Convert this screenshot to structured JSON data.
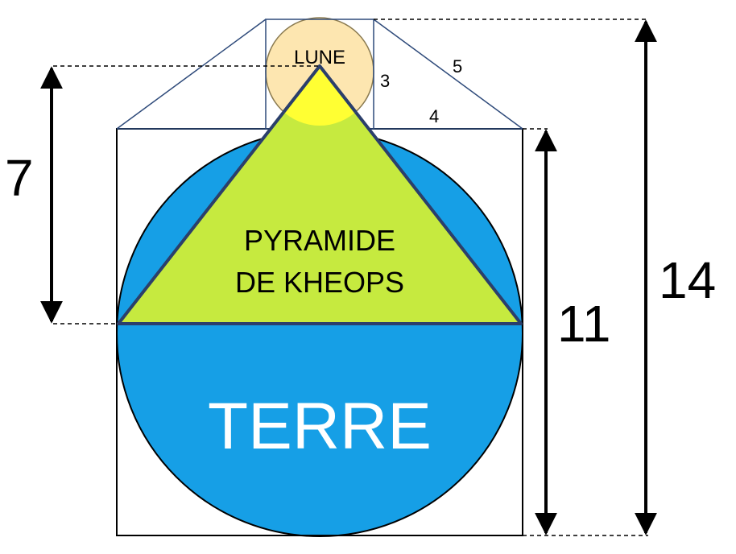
{
  "labels": {
    "moon": "LUNE",
    "pyramid_line1": "PYRAMIDE",
    "pyramid_line2": "DE KHEOPS",
    "earth": "TERRE",
    "side_3": "3",
    "side_4": "4",
    "side_5": "5",
    "height_7": "7",
    "height_11": "11",
    "height_14": "14"
  },
  "colors": {
    "earth": "#169FE6",
    "pyramid": "#C6EA3F",
    "pyramid_tip": "#FFFF33",
    "moon": "#FDE6B0",
    "guide_lines": "#2E4A7A",
    "pyramid_edge": "#2B3F6B"
  }
}
